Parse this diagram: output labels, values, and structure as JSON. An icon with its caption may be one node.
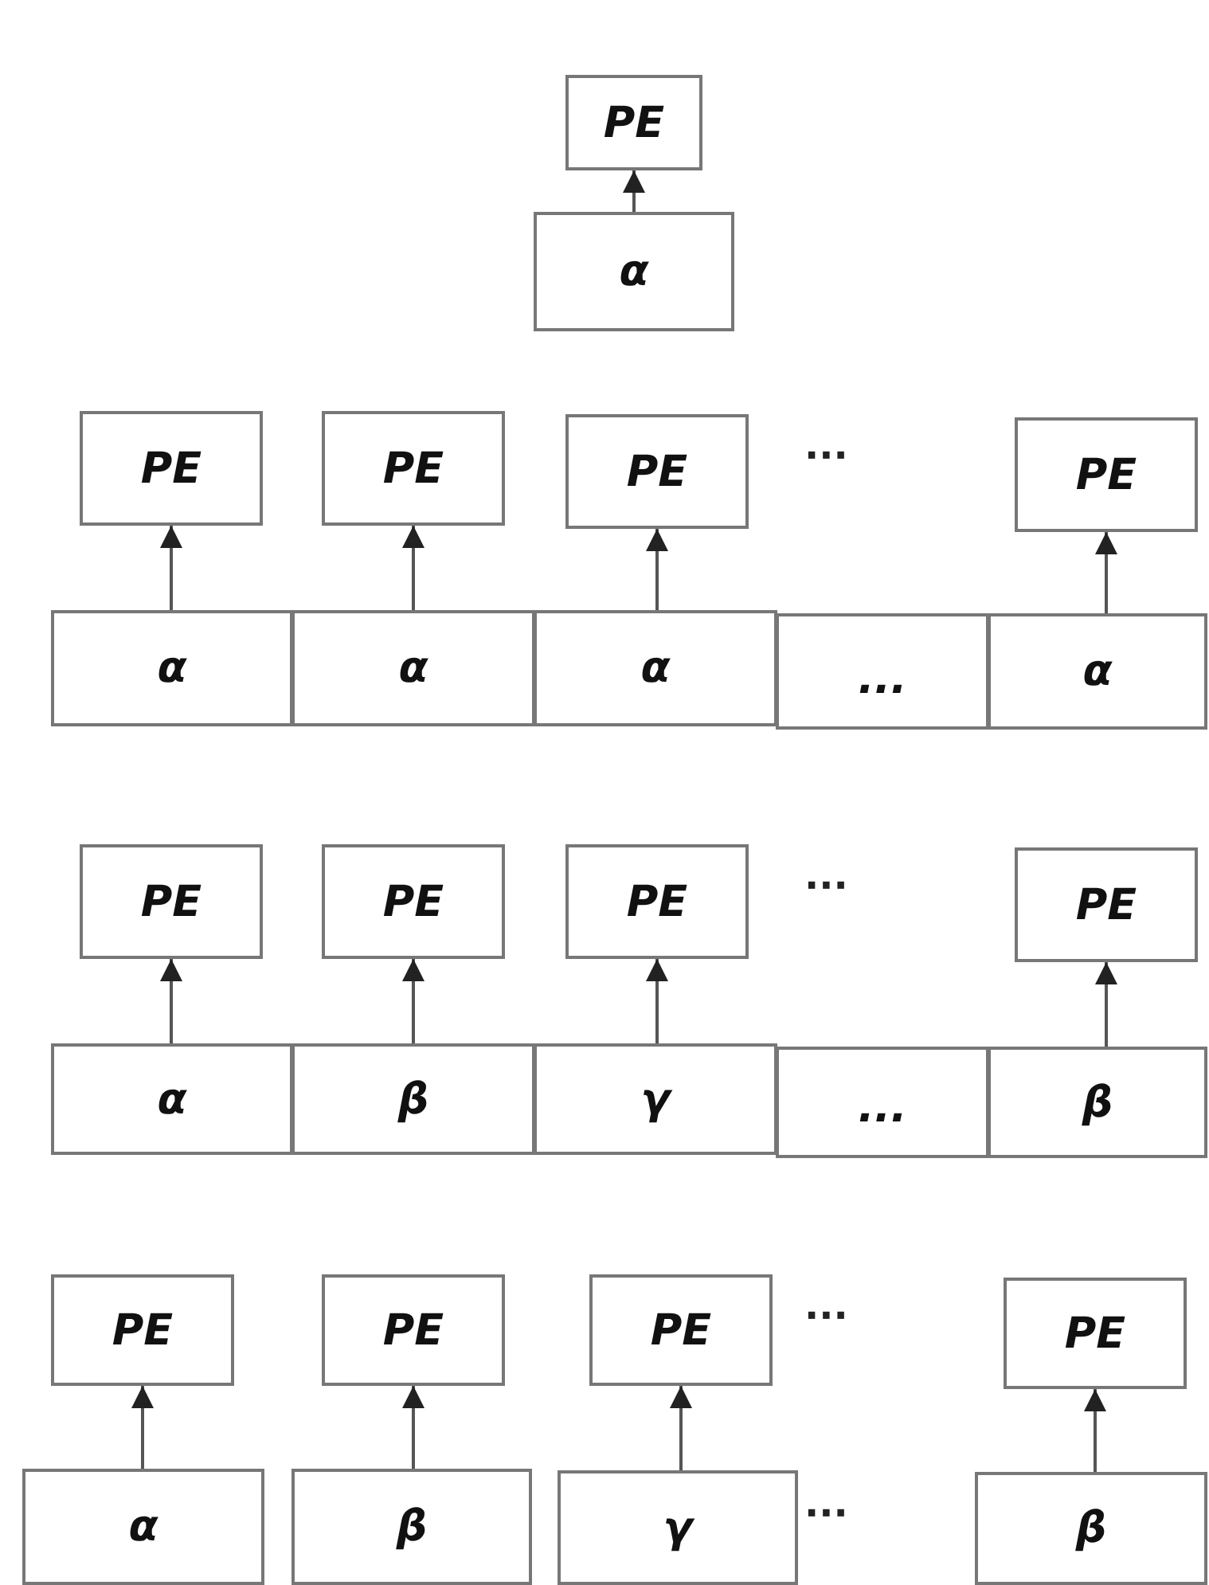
{
  "diagram": {
    "nodes": [
      {
        "text": [
          "PE"
        ]
      },
      {
        "text": [
          "α"
        ]
      },
      {
        "text": [
          "PE"
        ]
      },
      {
        "text": [
          "PE"
        ]
      },
      {
        "text": [
          "PE"
        ]
      },
      {
        "text": [
          "PE"
        ]
      },
      {
        "text": [
          "α"
        ]
      },
      {
        "text": [
          "α"
        ]
      },
      {
        "text": [
          "α"
        ]
      },
      {
        "text": [
          "..."
        ]
      },
      {
        "text": [
          "α"
        ]
      },
      {
        "text": [
          "PE"
        ]
      },
      {
        "text": [
          "PE"
        ]
      },
      {
        "text": [
          "PE"
        ]
      },
      {
        "text": [
          "PE"
        ]
      },
      {
        "text": [
          "α"
        ]
      },
      {
        "text": [
          "β"
        ]
      },
      {
        "text": [
          "γ"
        ]
      },
      {
        "text": [
          "..."
        ]
      },
      {
        "text": [
          "β"
        ]
      },
      {
        "text": [
          "PE"
        ]
      },
      {
        "text": [
          "PE"
        ]
      },
      {
        "text": [
          "PE"
        ]
      },
      {
        "text": [
          "PE"
        ]
      },
      {
        "text": [
          "α"
        ]
      },
      {
        "text": [
          "β"
        ]
      },
      {
        "text": [
          "γ"
        ]
      },
      {
        "text": [
          "β"
        ]
      }
    ],
    "edges": [
      {
        "from": 1,
        "to": 0,
        "arrow": "to"
      },
      {
        "from": 6,
        "to": 2,
        "arrow": "to"
      },
      {
        "from": 7,
        "to": 3,
        "arrow": "to"
      },
      {
        "from": 8,
        "to": 4,
        "arrow": "to"
      },
      {
        "from": 10,
        "to": 5,
        "arrow": "to"
      },
      {
        "from": 15,
        "to": 11,
        "arrow": "to"
      },
      {
        "from": 16,
        "to": 12,
        "arrow": "to"
      },
      {
        "from": 17,
        "to": 13,
        "arrow": "to"
      },
      {
        "from": 19,
        "to": 14,
        "arrow": "to"
      },
      {
        "from": 24,
        "to": 20,
        "arrow": "to"
      },
      {
        "from": 25,
        "to": 21,
        "arrow": "to"
      },
      {
        "from": 26,
        "to": 22,
        "arrow": "to"
      },
      {
        "from": 27,
        "to": 23,
        "arrow": "to"
      }
    ],
    "labels": [
      "···",
      "···",
      "···",
      "···"
    ]
  }
}
